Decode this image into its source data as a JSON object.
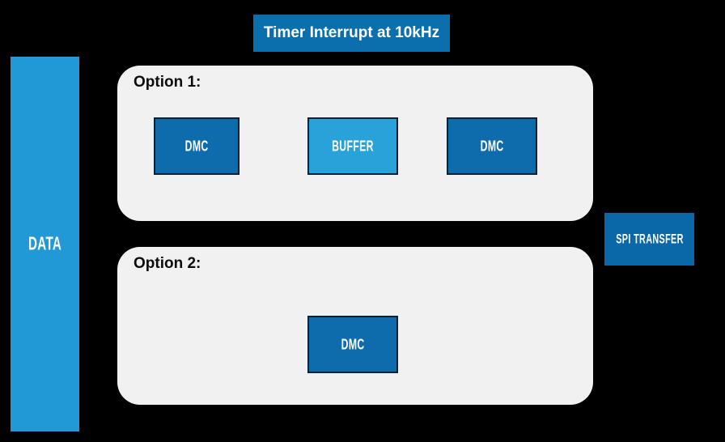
{
  "diagram": {
    "title": "Timer Interrupt at 10kHz",
    "data_bar": {
      "label": "DATA"
    },
    "options": [
      {
        "label": "Option 1:",
        "nodes": [
          "DMC",
          "BUFFER",
          "DMC"
        ]
      },
      {
        "label": "Option 2:",
        "nodes": [
          "DMC"
        ]
      }
    ],
    "spi": {
      "label": "SPI TRANSFER"
    },
    "colors": {
      "background": "#000000",
      "panel": "#f1f1f2",
      "node_dark_blue": "#0e6cad",
      "node_light_blue": "#29a2da",
      "data_bar_blue": "#2199d6",
      "title_blue": "#0b6fae",
      "wire": "#0d0d0d"
    }
  }
}
